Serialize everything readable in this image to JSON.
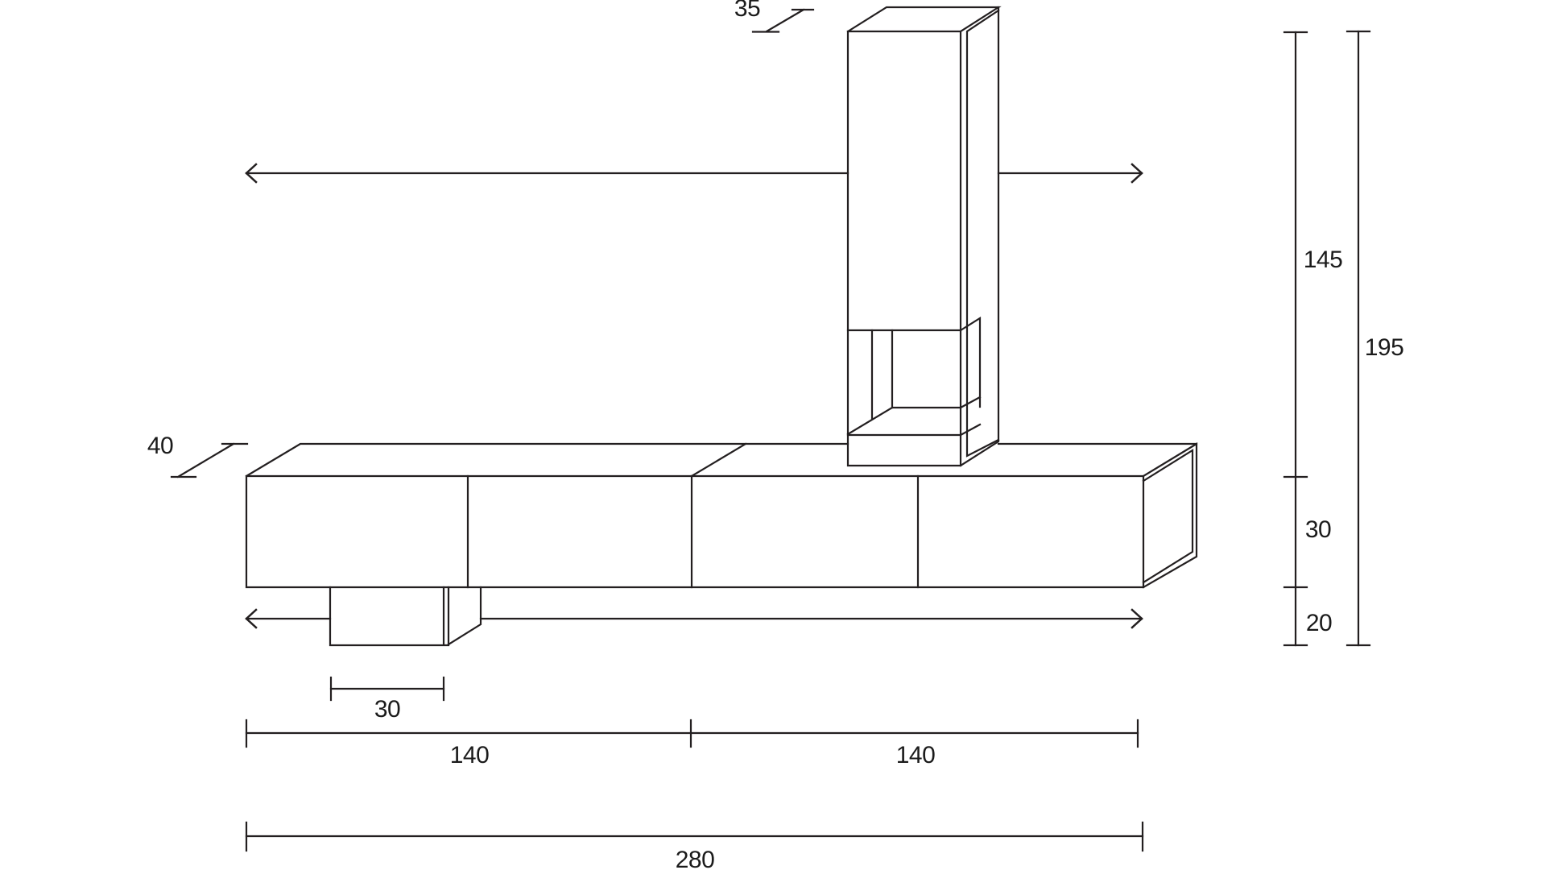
{
  "drawing": {
    "background_color": "#ffffff",
    "line_color": "#231f20",
    "text_color": "#1b1b1b",
    "subject": "wall-unit-furniture-dimension-drawing",
    "dims": {
      "tall_cabinet_depth": "35",
      "tall_cabinet_height": "145",
      "total_height": "195",
      "low_cabinet_depth": "40",
      "low_cabinet_height": "30",
      "plinth_height": "20",
      "plinth_width": "30",
      "module_left_width": "140",
      "module_right_width": "140",
      "total_width": "280"
    }
  }
}
